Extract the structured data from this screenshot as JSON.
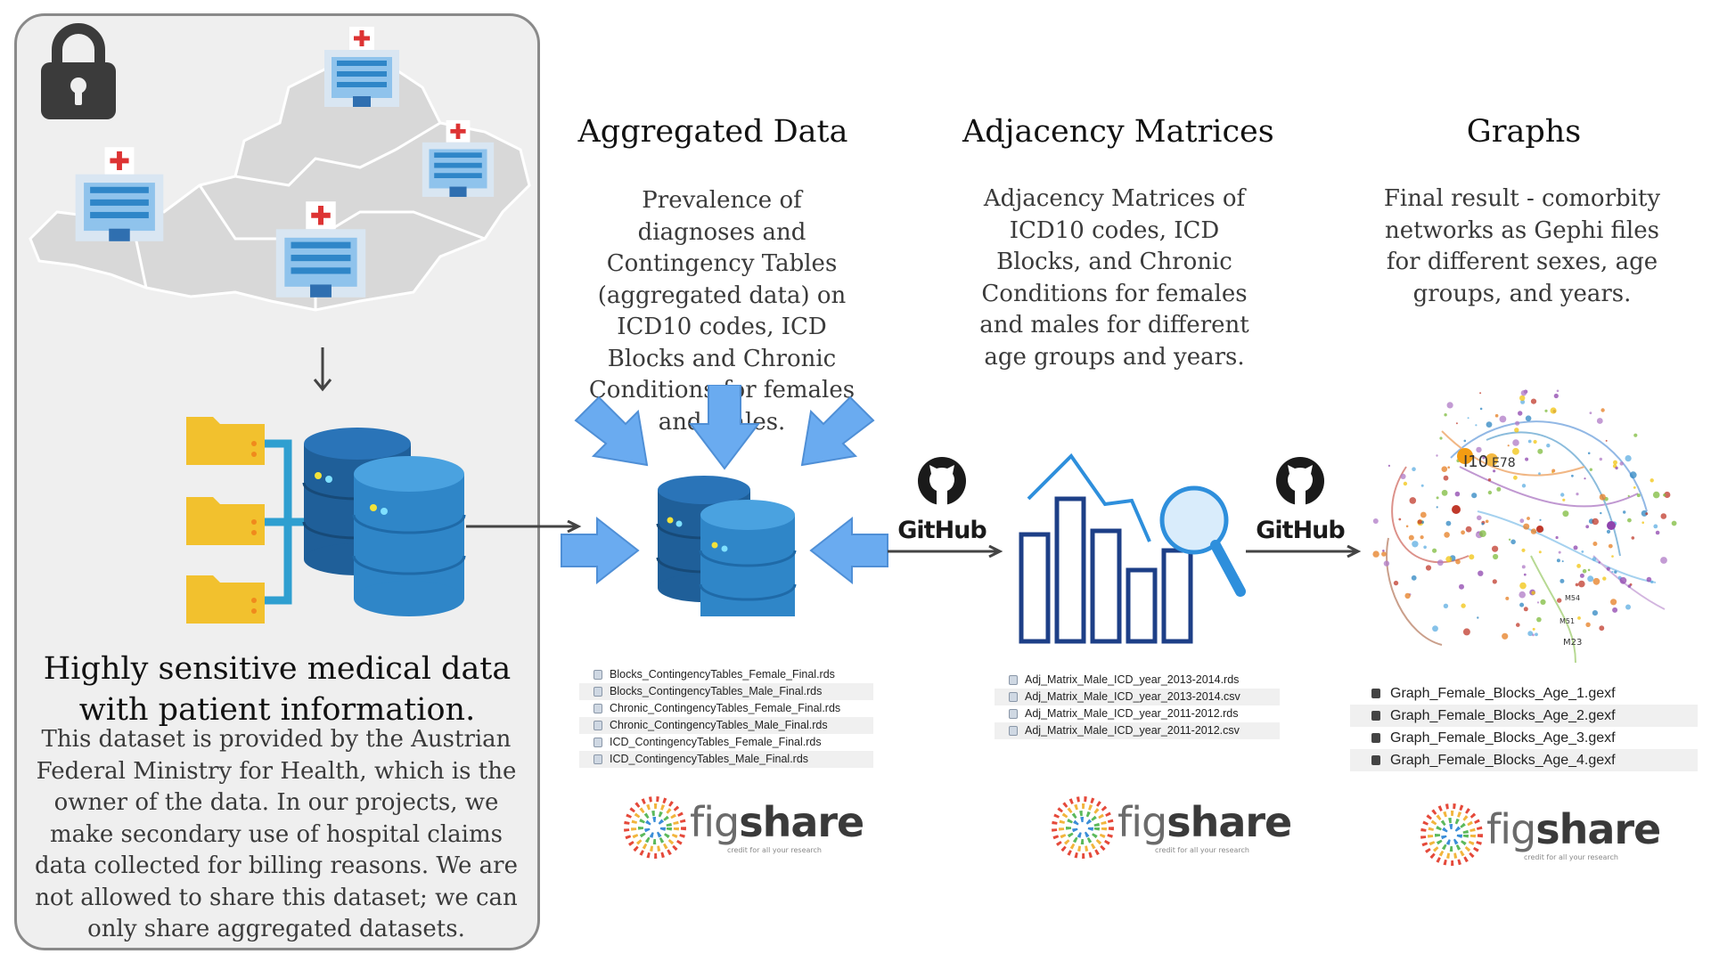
{
  "left_panel": {
    "title": "Highly sensitive medical data with patient information.",
    "body": "This dataset is provided by the Austrian Federal Ministry for Health, which is the owner of the data.  In our projects, we make secondary use of hospital claims data collected for billing reasons. We are not allowed to share this dataset; we can only share aggregated datasets."
  },
  "aggregated": {
    "heading": "Aggregated Data",
    "description": "Prevalence of diagnoses and Contingency Tables (aggregated data) on ICD10 codes, ICD Blocks and Chronic Conditions for females and males.",
    "files": [
      "Blocks_ContingencyTables_Female_Final.rds",
      "Blocks_ContingencyTables_Male_Final.rds",
      "Chronic_ContingencyTables_Female_Final.rds",
      "Chronic_ContingencyTables_Male_Final.rds",
      "ICD_ContingencyTables_Female_Final.rds",
      "ICD_ContingencyTables_Male_Final.rds"
    ]
  },
  "adjacency": {
    "heading": "Adjacency Matrices",
    "description": "Adjacency Matrices of ICD10 codes, ICD Blocks, and Chronic Conditions for females and males for different age groups and years.",
    "files": [
      "Adj_Matrix_Male_ICD_year_2013-2014.rds",
      "Adj_Matrix_Male_ICD_year_2013-2014.csv",
      "Adj_Matrix_Male_ICD_year_2011-2012.rds",
      "Adj_Matrix_Male_ICD_year_2011-2012.csv"
    ]
  },
  "graphs": {
    "heading": "Graphs",
    "description": "Final result - comorbity networks as Gephi files for different sexes, age groups, and years.",
    "files": [
      "Graph_Female_Blocks_Age_1.gexf",
      "Graph_Female_Blocks_Age_2.gexf",
      "Graph_Female_Blocks_Age_3.gexf",
      "Graph_Female_Blocks_Age_4.gexf"
    ],
    "node_labels": [
      "I10",
      "E78",
      "M54",
      "M51",
      "M23"
    ]
  },
  "github_label": "GitHub",
  "figshare": {
    "word_light": "fig",
    "word_bold": "share",
    "tagline": "credit for all your research"
  },
  "colors": {
    "db_dark": "#1f5f99",
    "db_light": "#2f86c8",
    "folder": "#f2c12e",
    "arrow_blue": "#7fb6ee",
    "chart_blue": "#1d3f87"
  }
}
